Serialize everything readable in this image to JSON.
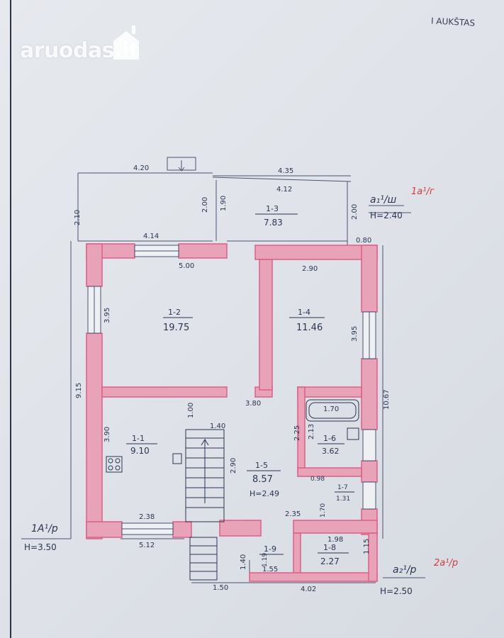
{
  "header": {
    "floor_title": "I AUKŠTAS",
    "watermark": "aruodas.lt"
  },
  "colors": {
    "wall_fill": "#e9a3b8",
    "wall_edge": "#e05d86",
    "ink": "#2b3550",
    "red_ink": "#d43a3a"
  },
  "rooms": [
    {
      "id": "1-1",
      "area": "9.10"
    },
    {
      "id": "1-2",
      "area": "19.75"
    },
    {
      "id": "1-3",
      "area": "7.83"
    },
    {
      "id": "1-4",
      "area": "11.46"
    },
    {
      "id": "1-5",
      "area": "8.57"
    },
    {
      "id": "1-6",
      "area": "3.62"
    },
    {
      "id": "1-7",
      "area": "1.31"
    },
    {
      "id": "1-8",
      "area": "2.27"
    },
    {
      "id": "1-9",
      "area": "1.55"
    }
  ],
  "dimensions": {
    "d420": "4.20",
    "d435": "4.35",
    "d412": "4.12",
    "d210": "2.10",
    "d200a": "2.00",
    "d190": "1.90",
    "d200b": "2.00",
    "d080": "0.80",
    "d414": "4.14",
    "d500": "5.00",
    "d290": "2.90",
    "d395a": "3.95",
    "d395b": "3.95",
    "d915": "9.15",
    "d1067": "10.67",
    "d380": "3.80",
    "d390": "3.90",
    "d100": "1.00",
    "d140a": "1.40",
    "d290b": "2.90",
    "d225": "2.25",
    "d213": "2.13",
    "d170": "1.70",
    "d098": "0.98",
    "d170b": "1.70",
    "d235": "2.35",
    "d238": "2.38",
    "d512": "5.12",
    "d198": "1.98",
    "d115": "1.15",
    "d140b": "1.40",
    "d150": "1.50",
    "d402": "4.02",
    "d119": "1.19",
    "h249": "H=2.49"
  },
  "annotations": {
    "top_right_code": "a₁¹/ш",
    "top_right_red": "1a¹/г",
    "top_right_h": "H=2.40",
    "left_code": "1A¹/p",
    "left_h": "H=3.50",
    "bottom_right_code": "a₂¹/p",
    "bottom_right_red": "2a¹/p",
    "bottom_right_h": "H=2.50"
  }
}
